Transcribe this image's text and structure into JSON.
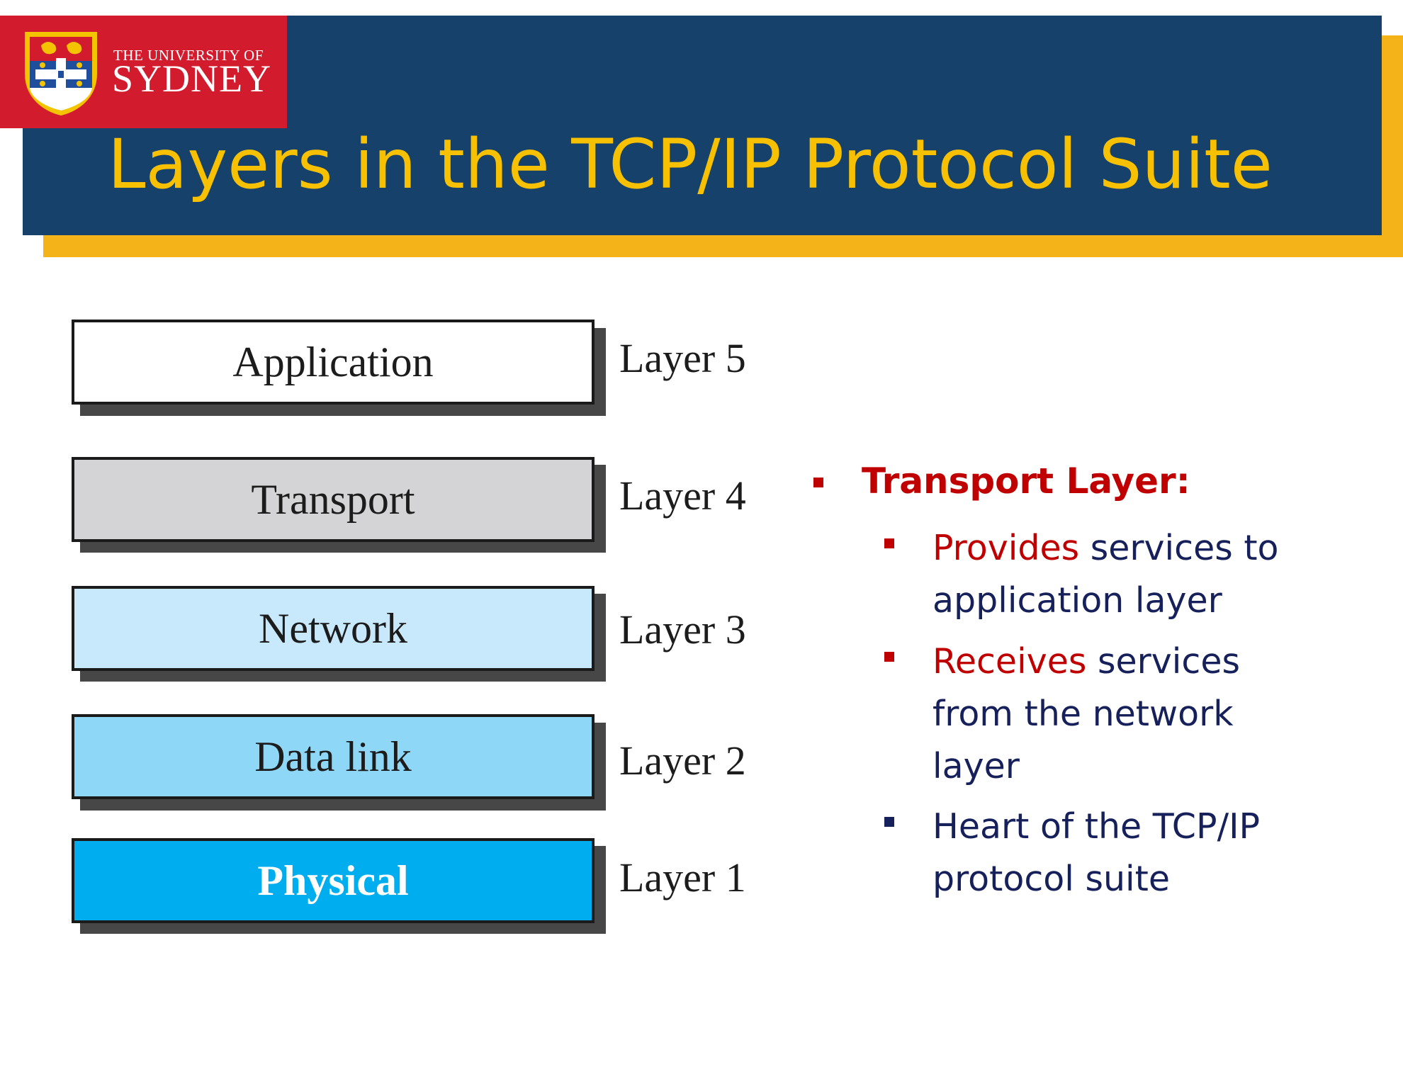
{
  "header": {
    "logo_line1": "THE UNIVERSITY OF",
    "logo_line2": "SYDNEY",
    "title": "Layers in the TCP/IP Protocol Suite"
  },
  "layers": [
    {
      "name": "Application",
      "number": "Layer 5",
      "fill": "#ffffff"
    },
    {
      "name": "Transport",
      "number": "Layer 4",
      "fill": "#d4d4d6"
    },
    {
      "name": "Network",
      "number": "Layer 3",
      "fill": "#c8e9fb"
    },
    {
      "name": "Data link",
      "number": "Layer 2",
      "fill": "#8fd7f7"
    },
    {
      "name": "Physical",
      "number": "Layer 1",
      "fill": "#00adef"
    }
  ],
  "bullets": {
    "heading": "Transport Layer:",
    "items": [
      {
        "highlight": "Provides",
        "rest": " services to application layer"
      },
      {
        "highlight": "Receives",
        "rest": " services from the network layer"
      },
      {
        "highlight": "",
        "rest": "Heart of the TCP/IP protocol suite"
      }
    ]
  },
  "colors": {
    "navy": "#16416b",
    "gold": "#f5b31a",
    "title": "#f7c000",
    "brand_red": "#d31b2e",
    "bullet_red": "#c00000",
    "bullet_text": "#16205a"
  }
}
